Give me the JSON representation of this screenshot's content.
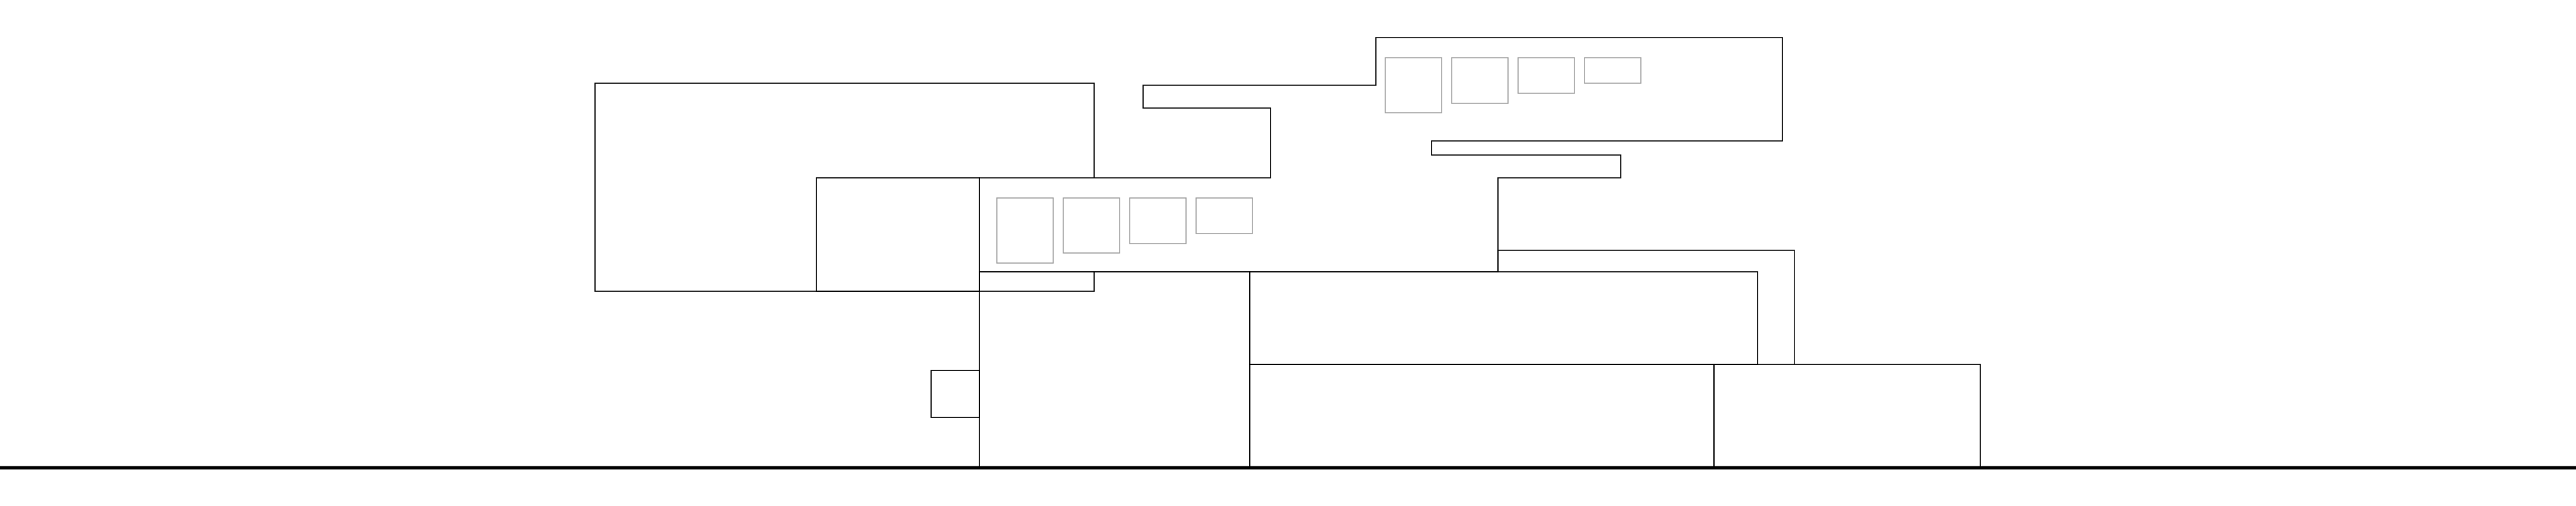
{
  "drawing": {
    "type": "architectural-elevation",
    "text_labels": [],
    "colors": {
      "background": "#ffffff",
      "line": "#000000",
      "window_line": "#9a9a9a",
      "ground_line": "#000000"
    },
    "elements": {
      "ground": "ground-line",
      "volumes": [
        "left-cantilever-block",
        "left-lower-block",
        "upper-central-block",
        "top-floating-block",
        "top-block-support-step",
        "central-lower-block",
        "middle-right-upper-block",
        "middle-right-lower-block",
        "right-end-block",
        "right-outline-block",
        "small-side-box"
      ],
      "window_groups": [
        "top-block-windows",
        "central-block-windows"
      ]
    }
  }
}
